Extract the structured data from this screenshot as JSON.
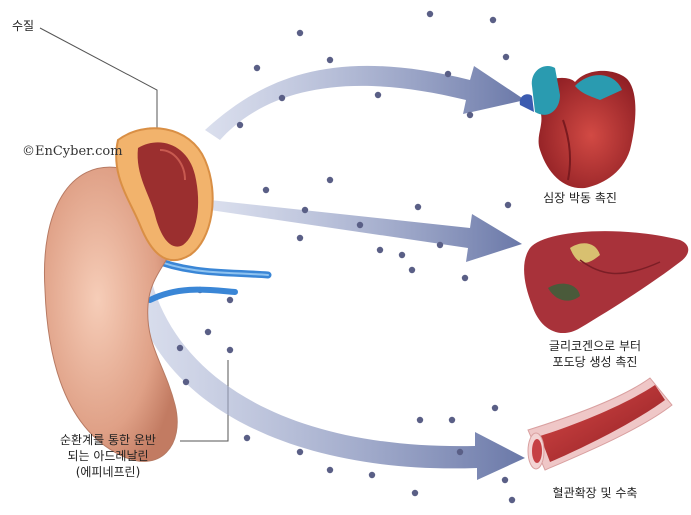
{
  "labels": {
    "medulla": "수질",
    "watermark": "©EnCyber.com",
    "transport": [
      "순환계를 통한 운반",
      "되는 아드레날린",
      "(에피네프린)"
    ],
    "heart": "심장 박동 촉진",
    "liver": [
      "글리코겐으로 부터",
      "포도당 생성 촉진"
    ],
    "vessel": "혈관확장 및 수축"
  },
  "icons": {
    "adrenal_gland": "adrenal-gland-icon",
    "kidney": "kidney-icon",
    "heart": "heart-icon",
    "liver": "liver-icon",
    "blood_vessel": "blood-vessel-icon"
  },
  "colors": {
    "arrow": "#7a86b0",
    "dot": "#5a5f86",
    "kidney": "#e0a58c",
    "adrenal": "#f0b070",
    "medulla": "#9b2f2f",
    "heart": "#b83232",
    "aorta": "#2a9bb0",
    "liver": "#a8323a",
    "vessel": "#b22e2e",
    "ureter": "#3a86d6"
  }
}
